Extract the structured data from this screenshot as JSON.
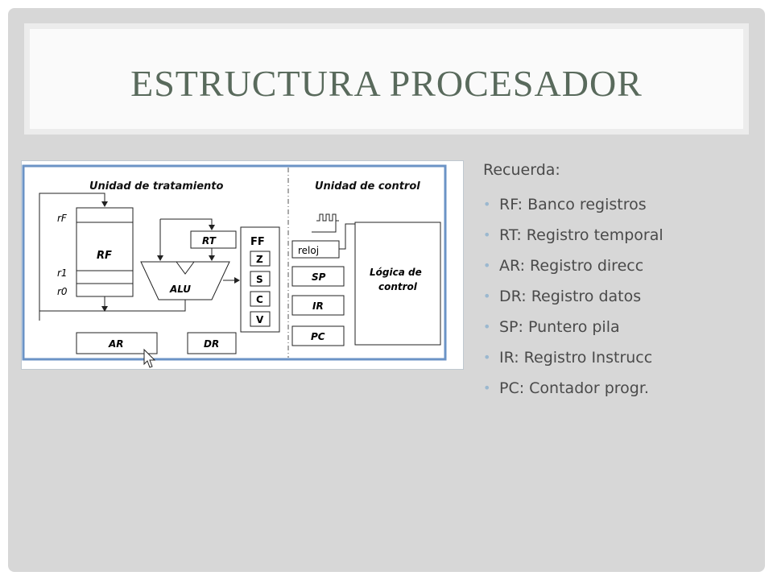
{
  "slide": {
    "title": "ESTRUCTURA PROCESADOR",
    "lead": "Recuerda:",
    "bullets": [
      "RF: Banco registros",
      "RT: Registro temporal",
      "AR: Registro direcc",
      "DR: Registro datos",
      "SP: Puntero pila",
      "IR: Registro Instrucc",
      "PC: Contador progr."
    ]
  },
  "diagram": {
    "left_heading": "Unidad de tratamiento",
    "right_heading": "Unidad de control",
    "register_labels": {
      "rf_top": "rF",
      "r1": "r1",
      "r0": "r0"
    },
    "blocks": {
      "rf": "RF",
      "rt": "RT",
      "alu": "ALU",
      "ar": "AR",
      "dr": "DR",
      "sp": "SP",
      "ir": "IR",
      "pc": "PC",
      "clock": "reloj",
      "control_line1": "Lógica de",
      "control_line2": "control"
    },
    "flags": {
      "title": "FF",
      "z": "Z",
      "s": "S",
      "c": "C",
      "v": "V"
    }
  }
}
